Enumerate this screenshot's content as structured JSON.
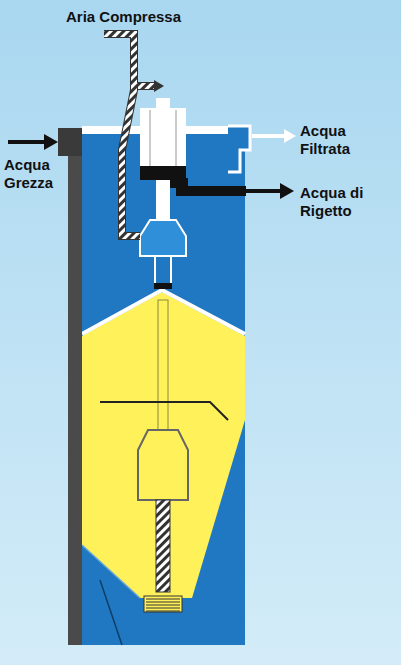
{
  "diagram": {
    "labels": [
      "Aria Compressa",
      "Acqua Grezza",
      "Acqua Filtrata",
      "Acqua di Rigetto"
    ]
  }
}
